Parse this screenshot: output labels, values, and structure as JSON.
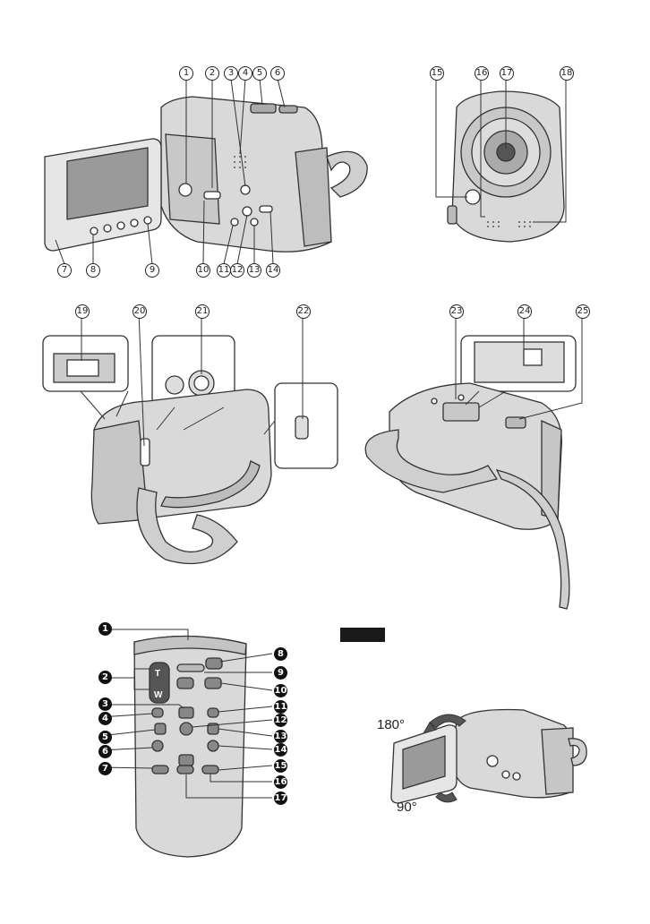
{
  "callouts": {
    "c1": "1",
    "c2": "2",
    "c3": "3",
    "c4": "4",
    "c5": "5",
    "c6": "6",
    "c7": "7",
    "c8": "8",
    "c9": "9",
    "c10": "10",
    "c11": "11",
    "c12": "12",
    "c13": "13",
    "c14": "14",
    "c15": "15",
    "c16": "16",
    "c17": "17",
    "c18": "18",
    "c19": "19",
    "c20": "20",
    "c21": "21",
    "c22": "22",
    "c23": "23",
    "c24": "24",
    "c25": "25"
  },
  "remote_callouts": {
    "r1": "1",
    "r2": "2",
    "r3": "3",
    "r4": "4",
    "r5": "5",
    "r6": "6",
    "r7": "7",
    "r8": "8",
    "r9": "9",
    "r10": "10",
    "r11": "11",
    "r12": "12",
    "r13": "13",
    "r14": "14",
    "r15": "15",
    "r16": "16",
    "r17": "17"
  },
  "remote_buttons": {
    "tele": "T",
    "wide": "W"
  },
  "lcd_rotation": {
    "upper": "180°",
    "lower": "90°"
  }
}
